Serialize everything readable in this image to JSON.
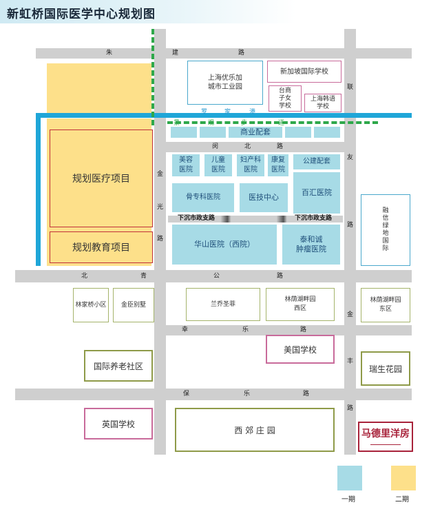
{
  "title": "新虹桥国际医学中心规划图",
  "roads": {
    "zhujian": [
      "朱",
      "建",
      "路"
    ],
    "xianbei": [
      "闵",
      "北",
      "路"
    ],
    "xiachen": "下沉市政支路",
    "beiqing": [
      "北",
      "青",
      "公",
      "路"
    ],
    "xingle": [
      "幸",
      "乐",
      "路"
    ],
    "baole": [
      "保",
      "乐",
      "路"
    ],
    "jinguang": [
      "金",
      "光",
      "路"
    ],
    "jinfeng": [
      "金",
      "丰",
      "路"
    ],
    "lianyou": [
      "联",
      "友",
      "路"
    ]
  },
  "river": [
    "罗",
    "家",
    "港"
  ],
  "greenway": [
    "景",
    "观",
    "步",
    "道"
  ],
  "blocks": {
    "yueshan": "上海优乐加\n城市工业园",
    "singapore_school": "新加坡国际学校",
    "taiwan_school": "台商\n子女\n学校",
    "korean_school": "上海韩语\n学校",
    "commercial": "商业配套",
    "meirong": "美容\n医院",
    "ertong": "儿童\n医院",
    "fuchan": "妇产科\n医院",
    "kangfu": "康复\n医院",
    "gongjian": "公建配套",
    "guzhuanke": "骨专科医院",
    "yiji": "医技中心",
    "baihui": "百汇医院",
    "huashan": "华山医院（西院）",
    "taihecheng": "泰和诚\n肿瘤医院",
    "rongxin": "融\n信\n绿\n地\n国\n际",
    "plan_medical": "规划医疗项目",
    "plan_education": "规划教育项目",
    "linjiaqiao": "林家桥小区",
    "jinyi": "金臣别墅",
    "lanqiao": "兰乔圣菲",
    "linyin_west": "林荫湖畔园\n西区",
    "linyin_east": "林荫湖畔园\n东区",
    "us_school": "美国学校",
    "ruisheng": "瑞生花园",
    "elderly": "国际养老社区",
    "uk_school": "英国学校",
    "xijiao": "西 郊 庄 园",
    "brand": "马德里洋房"
  },
  "legend": {
    "phase1": "一期",
    "phase2": "二期"
  },
  "colors": {
    "phase1": "#a7dbe6",
    "phase2": "#fde08a",
    "river": "#1fa6d8",
    "greenway": "#2ea84a",
    "road": "#cfcfcf"
  }
}
